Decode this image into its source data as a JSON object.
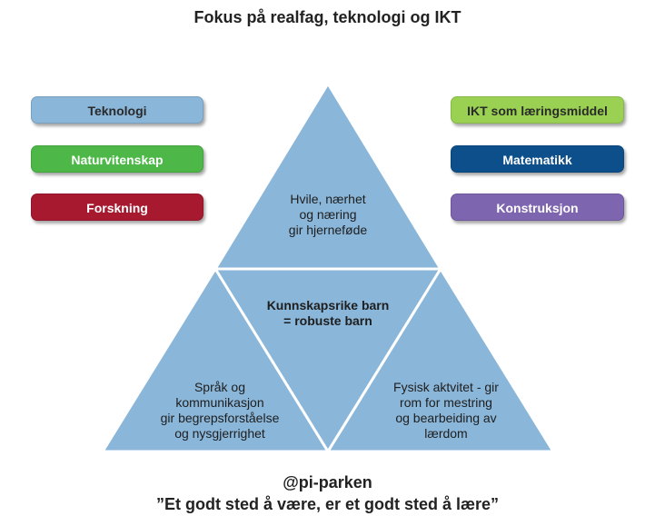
{
  "title": "Fokus på realfag, teknologi og IKT",
  "left_pills": [
    {
      "label": "Teknologi",
      "color": "#8ab6d9"
    },
    {
      "label": "Naturvitenskap",
      "color": "#4db848"
    },
    {
      "label": "Forskning",
      "color": "#a6192e"
    }
  ],
  "right_pills": [
    {
      "label": "IKT som læringsmiddel",
      "color": "#9ad153"
    },
    {
      "label": "Matematikk",
      "color": "#0d4f8b"
    },
    {
      "label": "Konstruksjon",
      "color": "#7e65b0"
    }
  ],
  "pyramid": {
    "fill_color": "#8ab6d9",
    "top": [
      "Hvile, nærhet",
      "og næring",
      "gir hjerneføde"
    ],
    "center": [
      "Kunnskapsrike barn",
      "= robuste barn"
    ],
    "bottom_left": [
      "Språk og",
      "kommunikasjon",
      "gir begrepsforståelse",
      "og nysgjerrighet"
    ],
    "bottom_right": [
      "Fysisk aktvitet - gir",
      "rom for mestring",
      "og bearbeiding av",
      "lærdom"
    ]
  },
  "footer": {
    "handle": "@pi-parken",
    "slogan": "”Et godt sted å være, er et godt sted å lære”"
  }
}
